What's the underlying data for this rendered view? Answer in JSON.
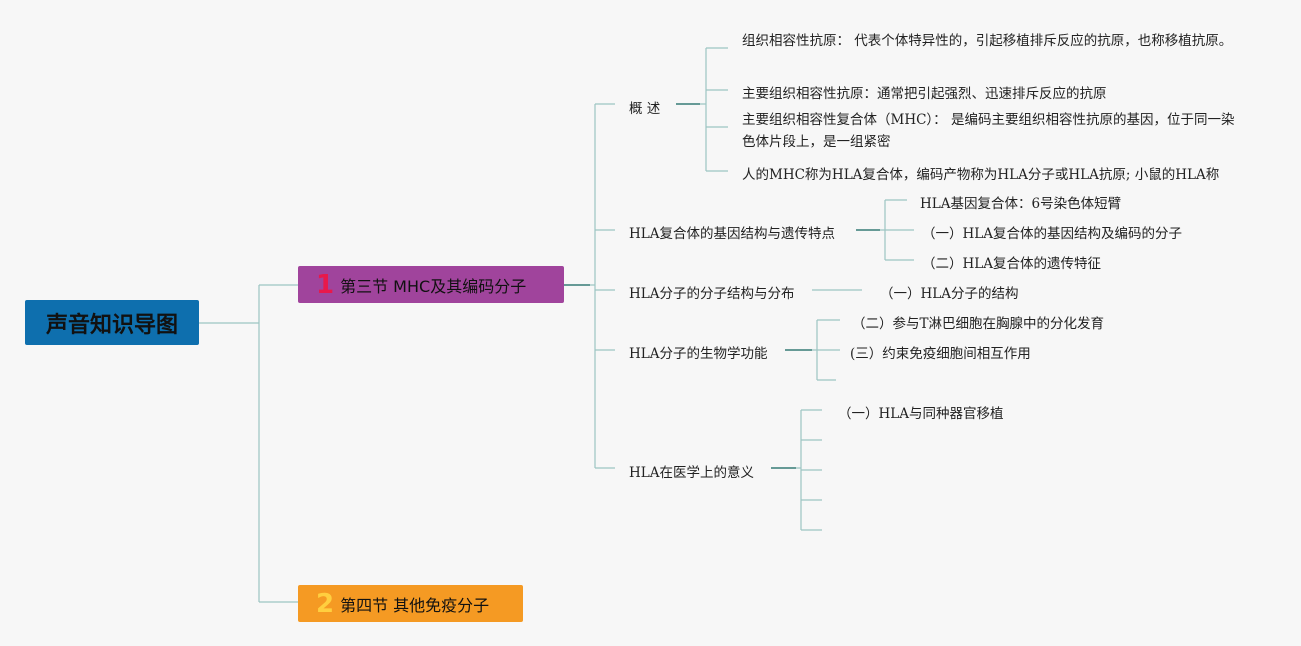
{
  "root": {
    "label": "声音知识导图"
  },
  "sections": [
    {
      "number": "1",
      "label": "第三节 MHC及其编码分子",
      "topics": [
        {
          "label": "概 述",
          "items": [
            "组织相容性抗原： 代表个体特异性的，引起移植排斥反应的抗原，也称移植抗原。",
            "主要组织相容性抗原：通常把引起强烈、迅速排斥反应的抗原",
            "主要组织相容性复合体（MHC）： 是编码主要组织相容性抗原的基因，位于同一染色体片段上，是一组紧密",
            "人的MHC称为HLA复合体，编码产物称为HLA分子或HLA抗原; 小鼠的HLA称"
          ]
        },
        {
          "label": "HLA复合体的基因结构与遗传特点",
          "items": [
            "HLA基因复合体：6号染色体短臂",
            "（一）HLA复合体的基因结构及编码的分子",
            "（二）HLA复合体的遗传特征"
          ]
        },
        {
          "label": "HLA分子的分子结构与分布",
          "items": [
            "（一）HLA分子的结构"
          ]
        },
        {
          "label": "HLA分子的生物学功能",
          "items": [
            "（二）参与T淋巴细胞在胸腺中的分化发育",
            "(三）约束免疫细胞间相互作用",
            ""
          ]
        },
        {
          "label": "HLA在医学上的意义",
          "items": [
            "（一）HLA与同种器官移植",
            "",
            "",
            "",
            ""
          ]
        }
      ]
    },
    {
      "number": "2",
      "label": "第四节 其他免疫分子",
      "topics": []
    }
  ]
}
